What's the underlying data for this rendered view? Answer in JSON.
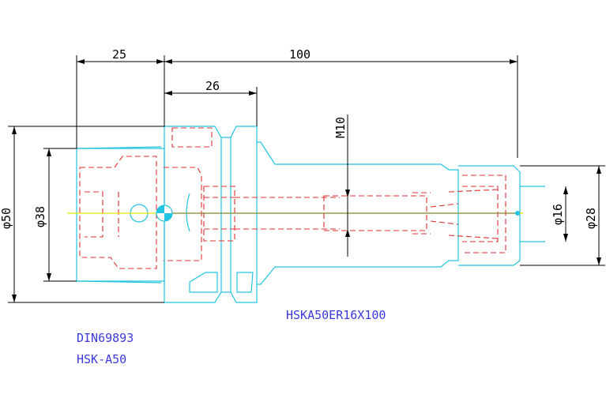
{
  "dimensions": {
    "d25": "25",
    "d100": "100",
    "d26": "26",
    "m10": "M10",
    "dia50": "φ50",
    "dia38": "φ38",
    "dia16": "φ16",
    "dia28": "φ28"
  },
  "labels": {
    "part_code": "HSKA50ER16X100",
    "standard": "DIN69893",
    "interface": "HSK-A50"
  },
  "colors": {
    "outline": "#22c4e0",
    "hidden": "#e03030",
    "dimension": "#000000",
    "note": "#3a3ae0",
    "centerline": "#e6e600"
  }
}
